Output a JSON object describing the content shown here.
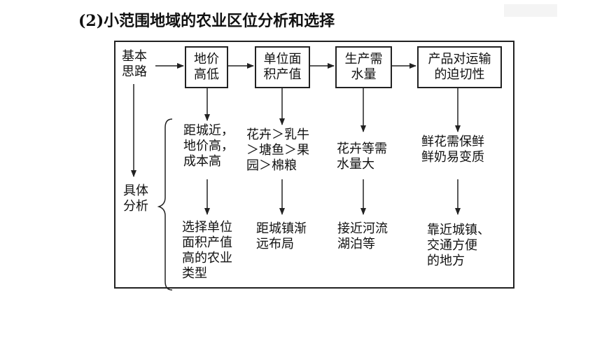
{
  "title": "(2)小范围地域的农业区位分析和选择",
  "row_labels": {
    "basic": "基本\n思路",
    "specific": "具体\n分析"
  },
  "boxes": [
    "地价\n高低",
    "单位面\n积产值",
    "生产需\n水量",
    "产品对运输\n的迫切性"
  ],
  "middle": [
    "距城近，\n地价高，\n成本高",
    "花卉＞乳牛\n＞塘鱼＞果\n园＞棉粮",
    "花卉等需\n水量大",
    "鲜花需保鲜\n鲜奶易变质"
  ],
  "bottom": [
    "选择单位\n面积产值\n高的农业\n类型",
    "距城镇渐\n远布局",
    "接近河流\n湖泊等",
    "靠近城镇、\n交通方便\n的地方"
  ]
}
